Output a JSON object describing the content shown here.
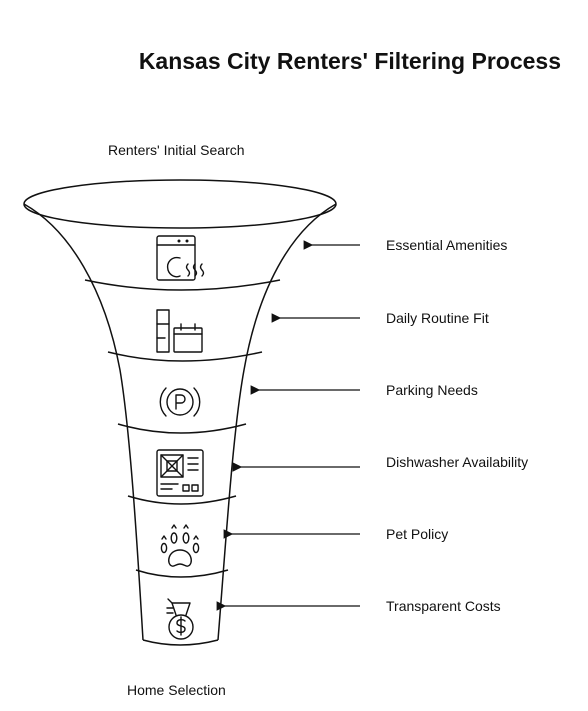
{
  "title": "Kansas City Renters' Filtering Process",
  "top_label": "Renters' Initial Search",
  "bottom_label": "Home Selection",
  "stages": [
    {
      "label": "Essential Amenities",
      "icon": "washing-machine-icon"
    },
    {
      "label": "Daily Routine Fit",
      "icon": "calendar-routine-icon"
    },
    {
      "label": "Parking Needs",
      "icon": "parking-icon"
    },
    {
      "label": "Dishwasher Availability",
      "icon": "dishwasher-icon"
    },
    {
      "label": "Pet Policy",
      "icon": "paw-icon"
    },
    {
      "label": "Transparent Costs",
      "icon": "money-bag-icon"
    }
  ],
  "colors": {
    "stroke": "#111111",
    "background": "#ffffff"
  }
}
